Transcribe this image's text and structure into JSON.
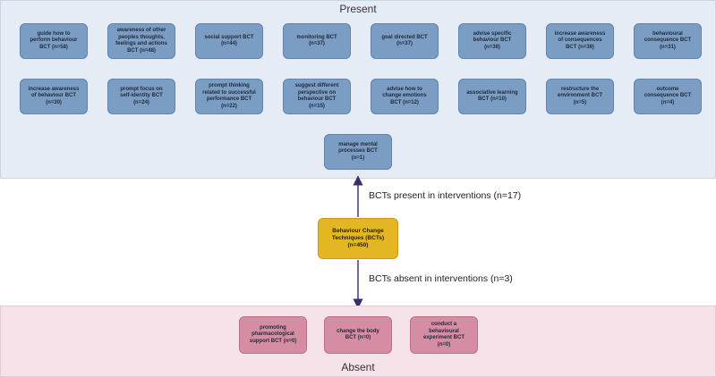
{
  "present": {
    "title": "Present",
    "bcts": [
      "guide how to\nperform behaviour\nBCT (n=58)",
      "awareness of other\npeoples thoughts,\nfeelings and actions\nBCT (n=48)",
      "social support BCT\n(n=44)",
      "monitoring BCT\n(n=37)",
      "goal directed BCT\n(n=37)",
      "advise specific\nbehaviour BCT\n(n=36)",
      "increase awareness\nof consequences\nBCT (n=36)",
      "behavioural\nconsequence BCT\n(n=31)",
      "increase awareness\nof behaviour BCT\n(n=30)",
      "prompt focus on\nself-identity BCT\n(n=24)",
      "prompt thinking\nrelated to successful\nperformance BCT\n(n=22)",
      "suggest different\nperspective on\nbehaviour BCT\n(n=15)",
      "advise how to\nchange emotions\nBCT (n=12)",
      "associative learning\nBCT (n=10)",
      "restructure the\nenvironment BCT\n(n=5)",
      "outcome\nconsequence BCT\n(n=4)",
      "manage mental\nprocesses BCT\n(n=1)"
    ]
  },
  "center": {
    "label": "Behaviour Change\nTechniques (BCTs)\n(n=450)"
  },
  "arrows": {
    "present_label": "BCTs present in interventions (n=17)",
    "absent_label": "BCTs absent in interventions (n=3)"
  },
  "absent": {
    "title": "Absent",
    "bcts": [
      "promoting\npharmacological\nsupport BCT (n=0)",
      "change the body\nBCT (n=0)",
      "conduct a\nbehavioural\nexperiment BCT\n(n=0)"
    ]
  },
  "colors": {
    "present_panel": "#e6ecf5",
    "present_box": "#7b9dc3",
    "center_box": "#e5b623",
    "absent_panel": "#f6e3e9",
    "absent_box": "#d48da3",
    "arrow": "#3b2a6e"
  }
}
